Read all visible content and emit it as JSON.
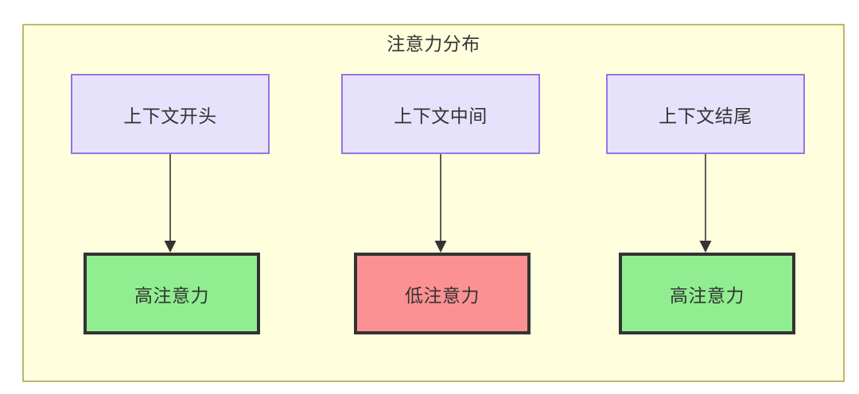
{
  "diagram": {
    "title": "注意力分布",
    "background_color": "#ffffde",
    "border_color": "#bdb76b",
    "context_nodes": [
      {
        "label": "上下文开头",
        "fill": "#e6e2fb",
        "stroke": "#9573e6"
      },
      {
        "label": "上下文中间",
        "fill": "#e6e2fb",
        "stroke": "#9573e6"
      },
      {
        "label": "上下文结尾",
        "fill": "#e6e2fb",
        "stroke": "#9573e6"
      }
    ],
    "attention_nodes": [
      {
        "label": "高注意力",
        "fill": "#90ee90",
        "stroke": "#333333",
        "level": "high"
      },
      {
        "label": "低注意力",
        "fill": "#fb9193",
        "stroke": "#333333",
        "level": "low"
      },
      {
        "label": "高注意力",
        "fill": "#90ee90",
        "stroke": "#333333",
        "level": "high"
      }
    ],
    "edges": [
      {
        "from": "上下文开头",
        "to": "高注意力",
        "arrow": "down-arrow"
      },
      {
        "from": "上下文中间",
        "to": "低注意力",
        "arrow": "down-arrow"
      },
      {
        "from": "上下文结尾",
        "to": "高注意力",
        "arrow": "down-arrow"
      }
    ]
  }
}
